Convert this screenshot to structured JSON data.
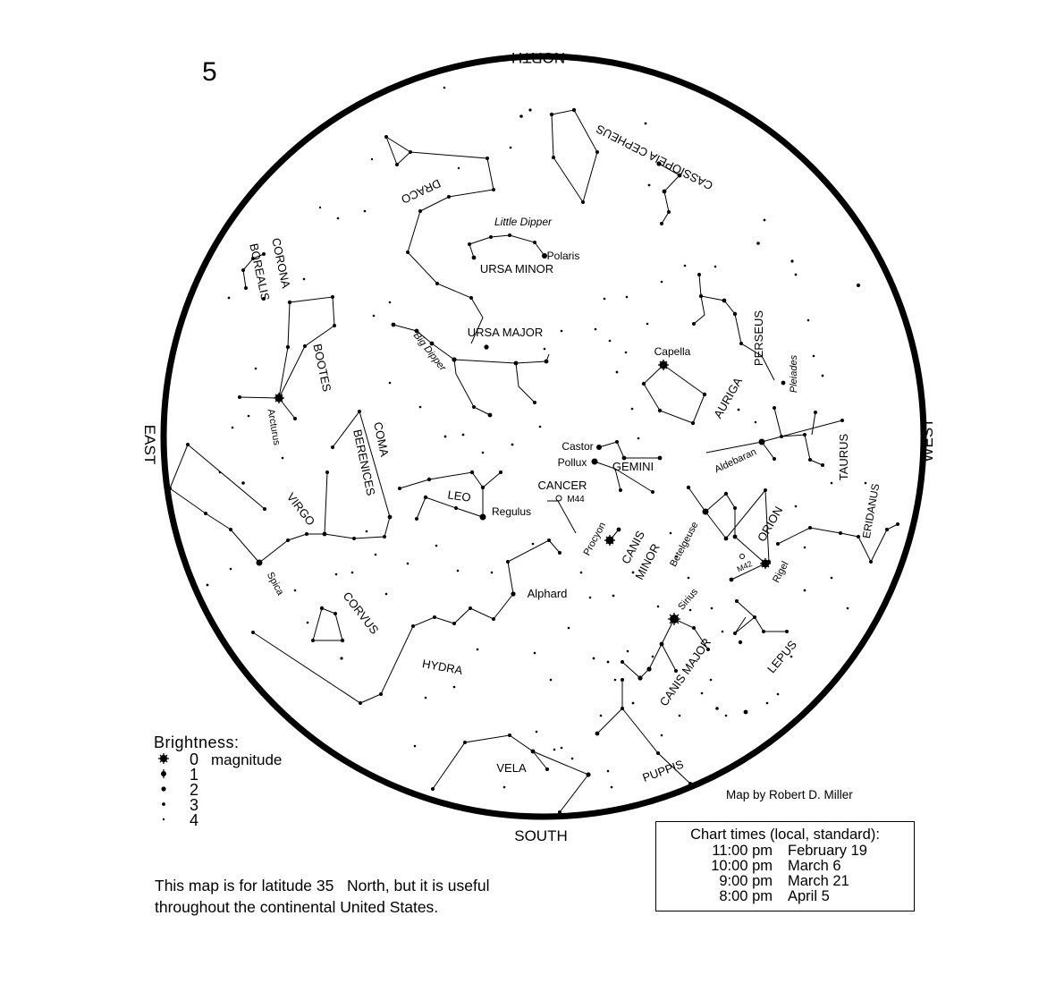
{
  "page_number": "5",
  "directions": {
    "north": "NORTH",
    "south": "SOUTH",
    "east": "EAST",
    "west": "WEST"
  },
  "constellations": {
    "cassiopeia_cepheus": "CASSIOPEIA CEPHEUS",
    "draco": "DRACO",
    "little_dipper": "Little Dipper",
    "polaris": "Polaris",
    "ursa_minor": "URSA MINOR",
    "corona": "CORONA",
    "borealis": "BOREALIS",
    "ursa_major": "URSA MAJOR",
    "big_dipper": "Big Dipper",
    "bootes": "BOOTES",
    "arcturus": "Arcturus",
    "capella": "Capella",
    "perseus": "PERSEUS",
    "pleiades": "Pleiades",
    "auriga": "AURIGA",
    "coma": "COMA",
    "berenices": "BERENICES",
    "castor": "Castor",
    "pollux": "Pollux",
    "gemini": "GEMINI",
    "aldebaran": "Aldebaran",
    "taurus": "TAURUS",
    "cancer": "CANCER",
    "m44": "M44",
    "leo": "LEO",
    "regulus": "Regulus",
    "virgo": "VIRGO",
    "eridanus": "ERIDANUS",
    "orion": "ORION",
    "betelgeuse": "Betelgeuse",
    "procyon": "Procyon",
    "canis": "CANIS",
    "minor": "MINOR",
    "m42": "M42",
    "rigel": "Rigel",
    "spica": "Spica",
    "alphard": "Alphard",
    "corvus": "CORVUS",
    "sirius": "Sirius",
    "canis_major": "CANIS MAJOR",
    "lepus": "LEPUS",
    "hydra": "HYDRA",
    "vela": "VELA",
    "puppis": "PUPPIS"
  },
  "legend": {
    "title": "Brightness:",
    "unit": "magnitude",
    "levels": [
      "0",
      "1",
      "2",
      "3",
      "4"
    ]
  },
  "credit": "Map by Robert D. Miller",
  "chart_times": {
    "header": "Chart times (local, standard):",
    "rows": [
      {
        "time": "11:00 pm",
        "date": "February 19"
      },
      {
        "time": "10:00 pm",
        "date": "March 6"
      },
      {
        "time": "9:00 pm",
        "date": "March 21"
      },
      {
        "time": "8:00 pm",
        "date": "April 5"
      }
    ]
  },
  "note": {
    "line1": "This map is for latitude 35   North, but it is useful",
    "line2": "throughout the continental United States."
  }
}
